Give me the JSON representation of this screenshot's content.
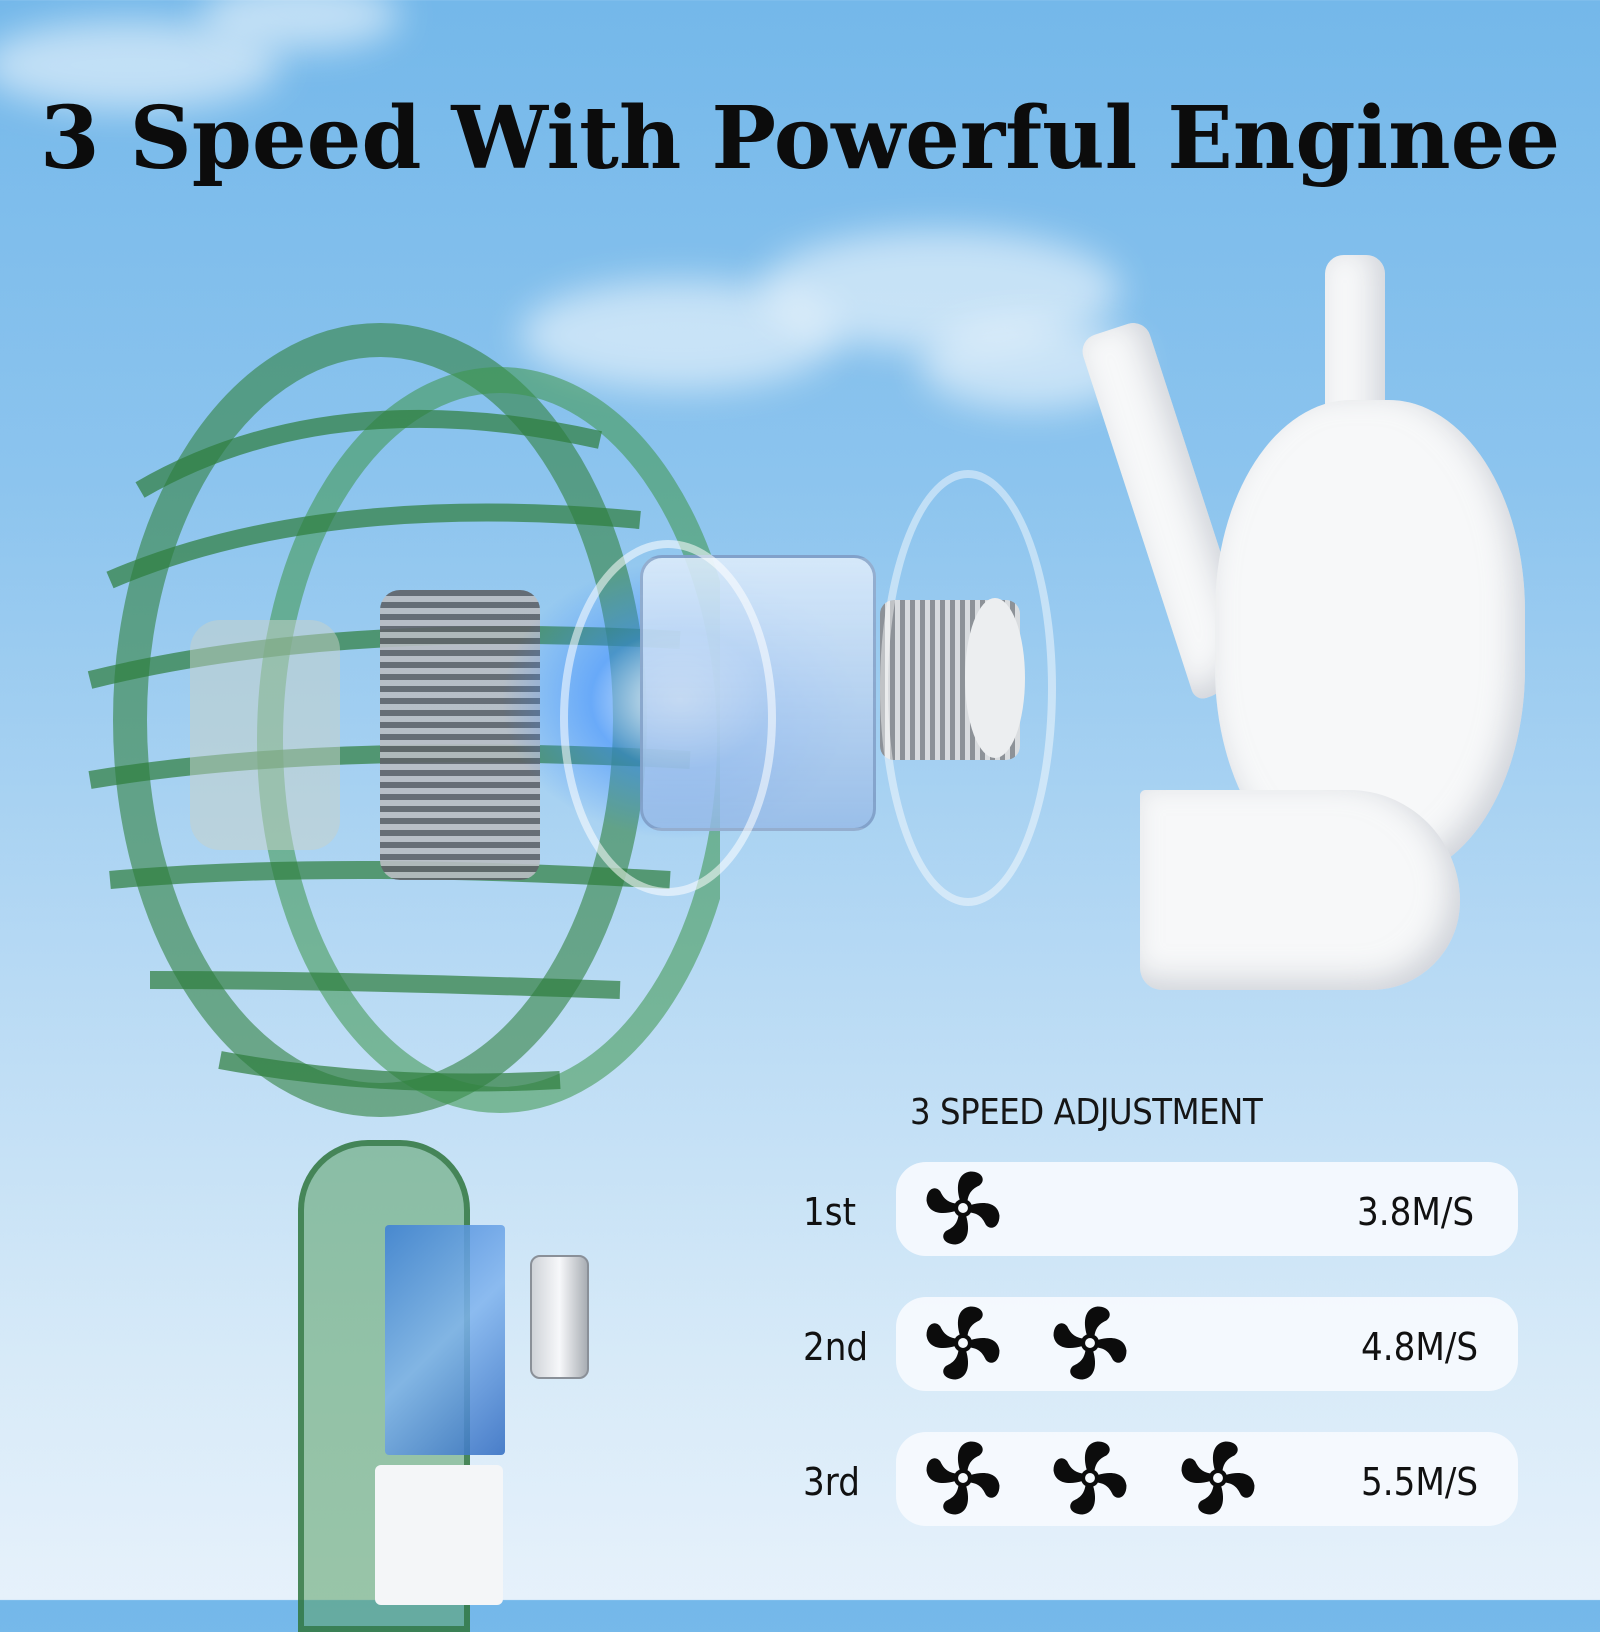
{
  "title": "3 Speed With Powerful Enginee",
  "speed_panel": {
    "heading": "3 SPEED ADJUSTMENT",
    "rows": [
      {
        "label": "1st",
        "fan_icons": 1,
        "value": "3.8M/S"
      },
      {
        "label": "2nd",
        "fan_icons": 2,
        "value": "4.8M/S"
      },
      {
        "label": "3rd",
        "fan_icons": 3,
        "value": "5.5M/S"
      }
    ]
  },
  "colors": {
    "sky_top": "#74b8ea",
    "sky_bottom": "#e6f1fb",
    "fan_green": "#3f8f4f",
    "motor_glow": "#3c8cff",
    "text": "#111111",
    "bar_bg": "#f6fafe"
  },
  "icons": {
    "fan": "fan-blade-icon"
  }
}
